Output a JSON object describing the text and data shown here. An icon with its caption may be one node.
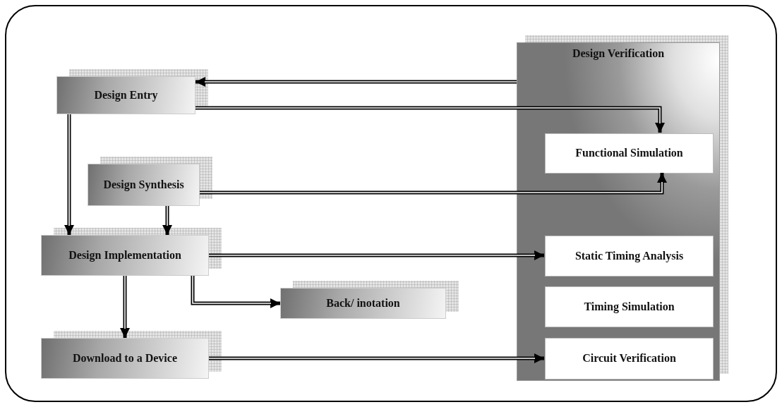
{
  "diagram": {
    "nodes": [
      {
        "text": [
          "Design Entry"
        ]
      },
      {
        "text": [
          "Design Synthesis"
        ]
      },
      {
        "text": [
          "Design Implementation"
        ]
      },
      {
        "text": [
          "Download to a Device"
        ]
      },
      {
        "text": [
          "Back/ inotation"
        ]
      },
      {
        "text": [
          "Design Verification"
        ]
      },
      {
        "text": [
          "Functional Simulation"
        ],
        "in": 5
      },
      {
        "text": [
          "Static Timing Analysis"
        ],
        "in": 5
      },
      {
        "text": [
          "Timing Simulation"
        ],
        "in": 5
      },
      {
        "text": [
          "Circuit Verification"
        ],
        "in": 5
      }
    ],
    "edges": [
      {
        "from": 5,
        "to": 0,
        "arrow": "to"
      },
      {
        "from": 0,
        "to": 6,
        "arrow": "to"
      },
      {
        "from": 1,
        "to": 6,
        "arrow": "to"
      },
      {
        "from": 0,
        "to": 2,
        "arrow": "to"
      },
      {
        "from": 1,
        "to": 2,
        "arrow": "to"
      },
      {
        "from": 2,
        "to": 7,
        "arrow": "to"
      },
      {
        "from": 2,
        "to": 4,
        "arrow": "to"
      },
      {
        "from": 2,
        "to": 3,
        "arrow": "to"
      },
      {
        "from": 3,
        "to": 9,
        "arrow": "to"
      }
    ]
  }
}
